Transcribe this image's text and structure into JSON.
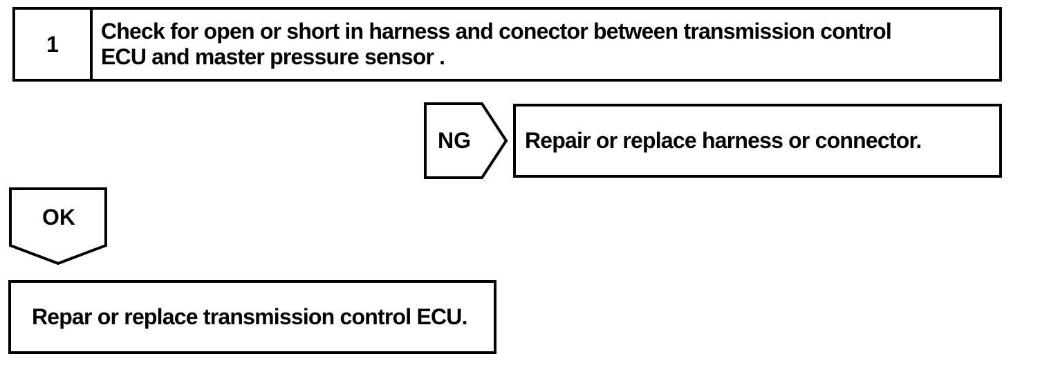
{
  "flowchart": {
    "step": {
      "number": "1",
      "instruction_line1": "Check for open or short in harness and conector between transmission control",
      "instruction_line2": "ECU and master pressure sensor ."
    },
    "ng": {
      "label": "NG",
      "action": "Repair or replace harness or connector."
    },
    "ok": {
      "label": "OK",
      "action": "Repar or replace transmission control ECU."
    },
    "colors": {
      "line": "#000000",
      "background": "#ffffff"
    }
  }
}
